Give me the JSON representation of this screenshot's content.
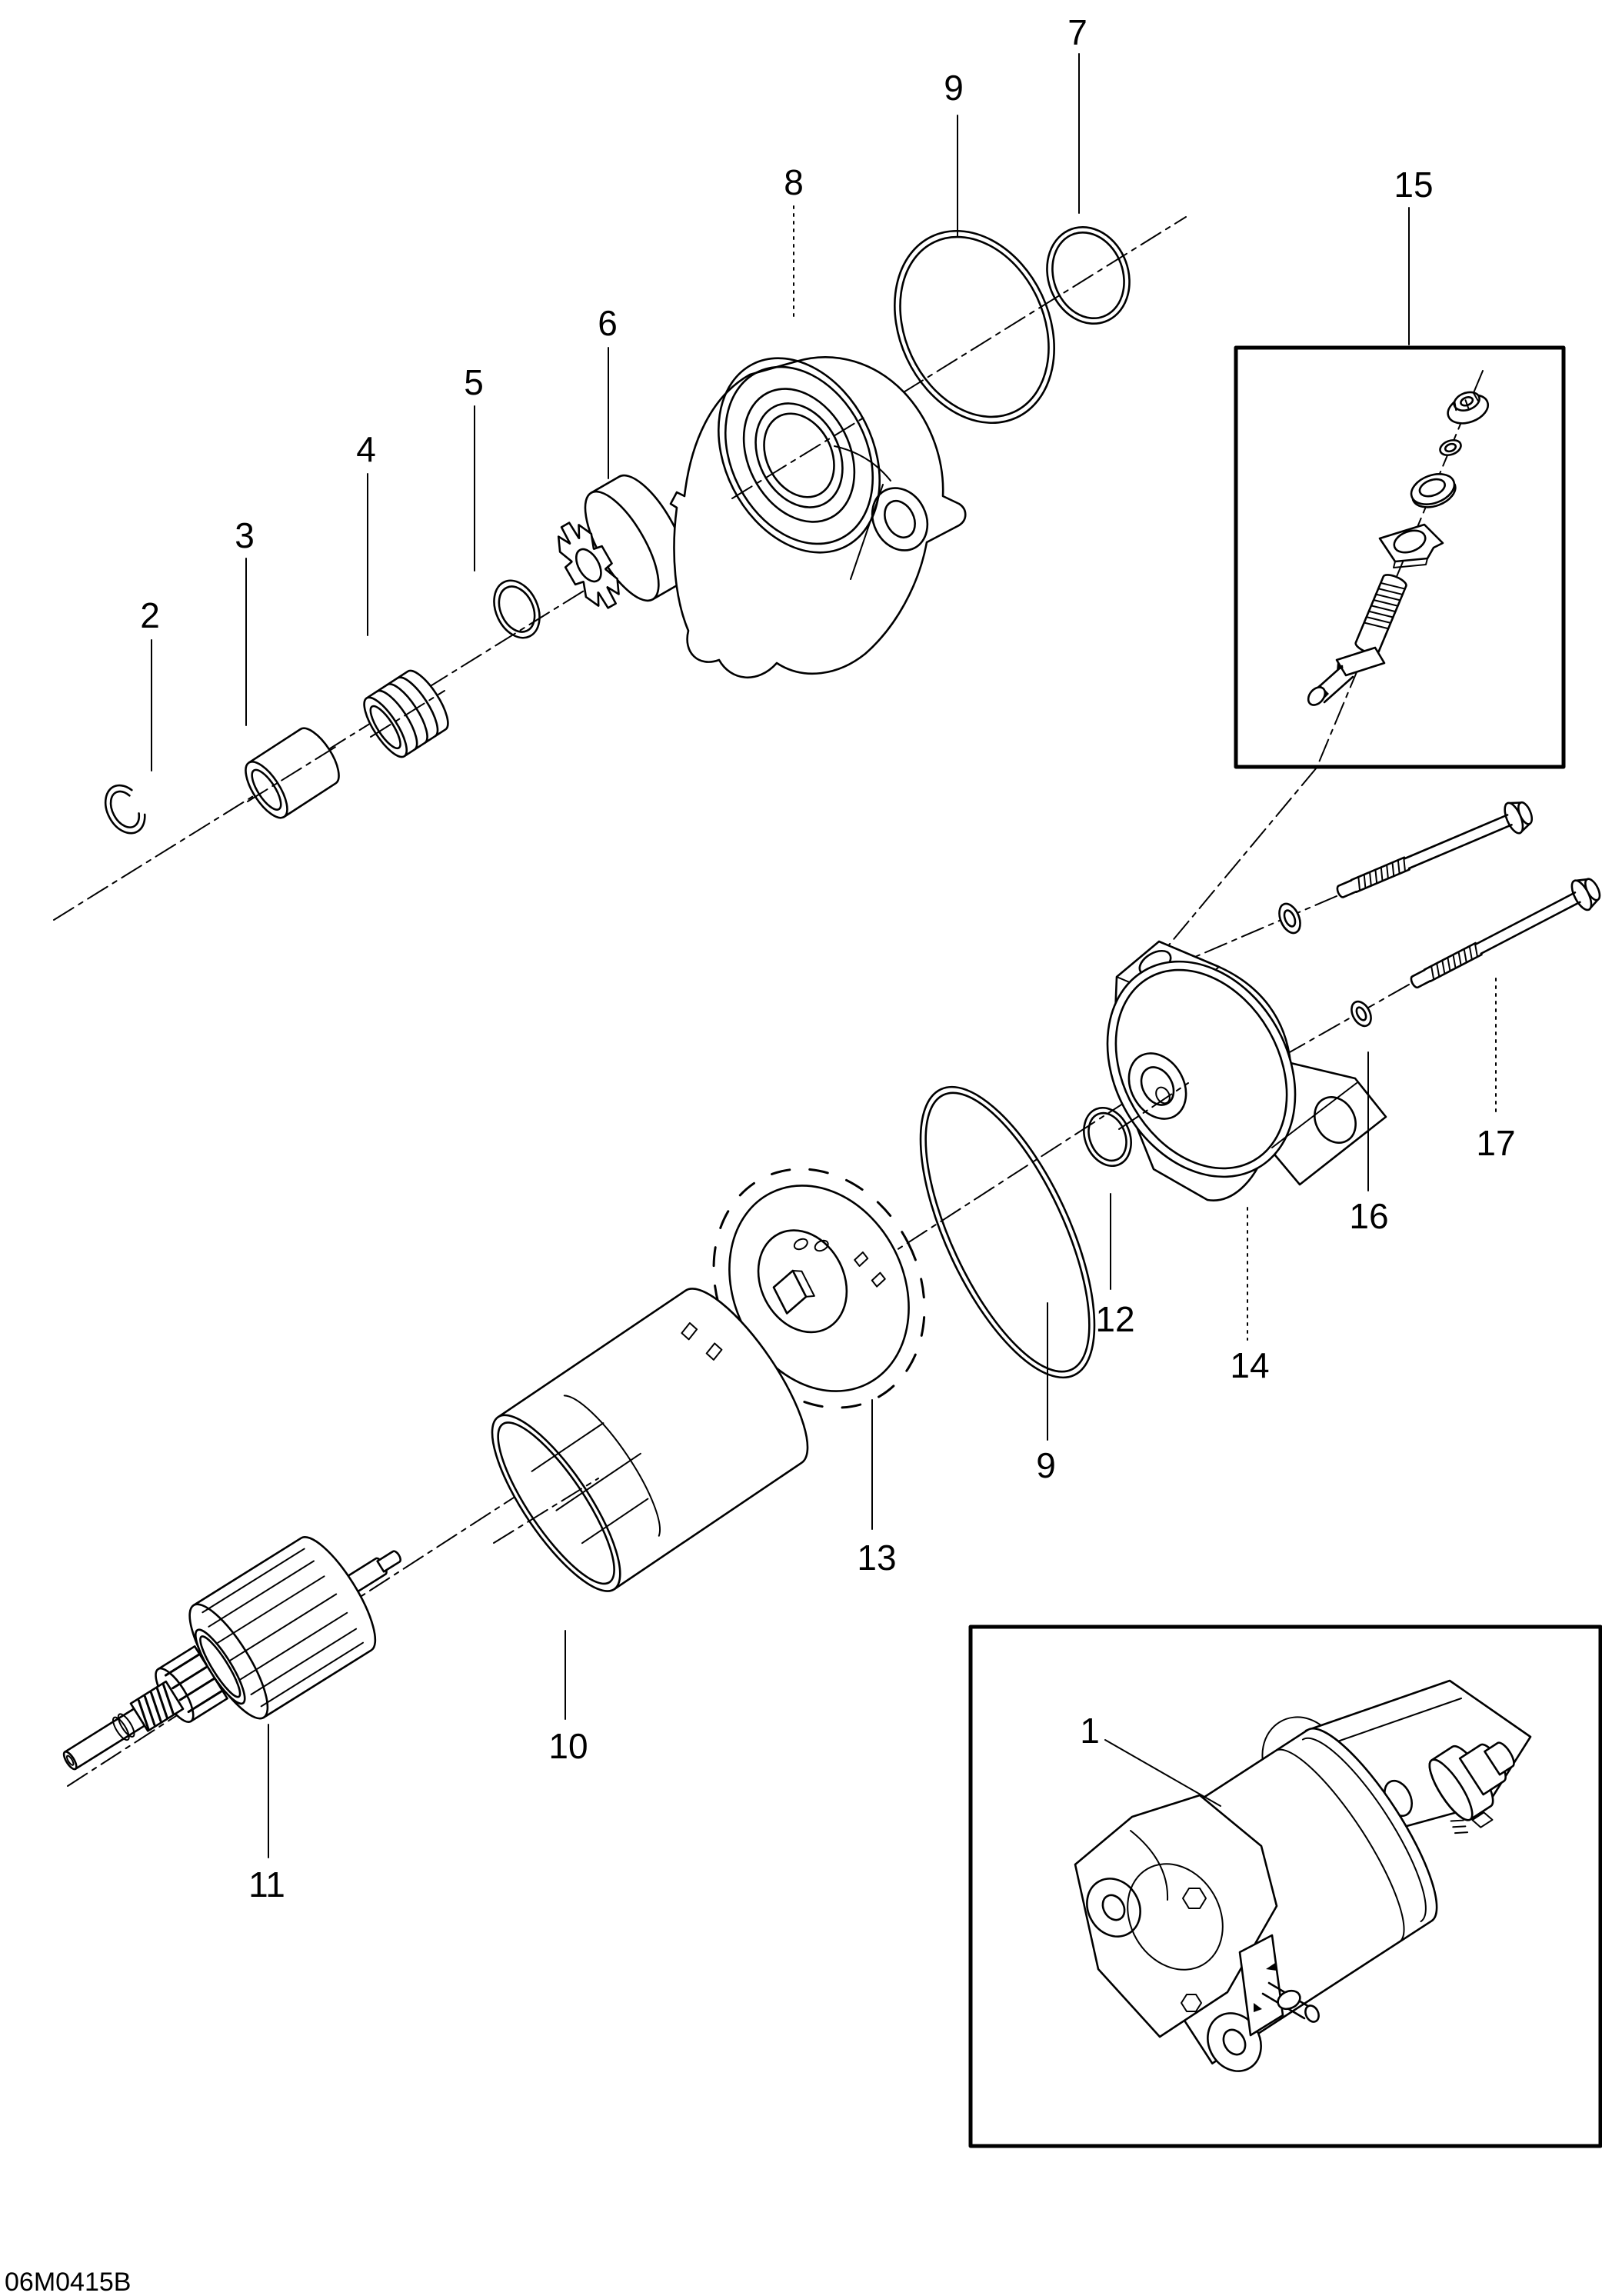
{
  "colors": {
    "ink": "#000000",
    "paper": "#ffffff"
  },
  "footer": {
    "drawing_code": "06M0415B"
  },
  "callouts": [
    {
      "number": "2"
    },
    {
      "number": "3"
    },
    {
      "number": "4"
    },
    {
      "number": "5"
    },
    {
      "number": "6"
    },
    {
      "number": "8"
    },
    {
      "number": "9"
    },
    {
      "number": "7"
    },
    {
      "number": "15"
    },
    {
      "number": "17"
    },
    {
      "number": "16"
    },
    {
      "number": "14"
    },
    {
      "number": "12"
    },
    {
      "number": "9"
    },
    {
      "number": "13"
    },
    {
      "number": "10"
    },
    {
      "number": "11"
    },
    {
      "number": "1"
    }
  ]
}
